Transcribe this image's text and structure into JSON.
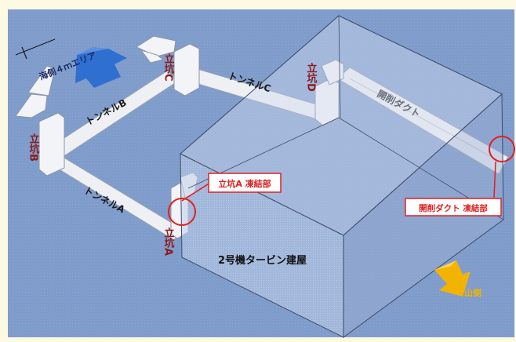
{
  "diagram": {
    "labels": {
      "sea_side_area": "海側４ｍエリア",
      "shaft_a": "立坑A",
      "shaft_b": "立坑B",
      "shaft_c": "立坑C",
      "shaft_d": "立坑D",
      "tunnel_a": "トンネルA",
      "tunnel_b": "トンネルB",
      "tunnel_c": "トンネルC",
      "cut_duct": "開削ダクト",
      "turbine_building": "2号機タービン建屋",
      "mountain_side": "山側"
    },
    "callouts": {
      "shaft_a_joint": "立坑A 凍結部",
      "duct_joint": "開削ダクト 凍結部"
    },
    "icons": {
      "north_arrow": "north-arrow-icon",
      "sea_side_arrow": "blue-arrow-icon",
      "mountain_side_arrow": "yellow-arrow-icon",
      "joint_marker": "red-circle-icon"
    },
    "colors": {
      "background": "#7f9ccb",
      "frame_outer": "#fdf9e3",
      "shaft_label": "#8b1a1a",
      "callout_red": "#e02020",
      "sea_arrow": "#2e6fd0",
      "mountain_arrow": "#f2b400",
      "tunnel_fill": "#eef0f4",
      "building_glass": "#b7c7e2"
    }
  }
}
